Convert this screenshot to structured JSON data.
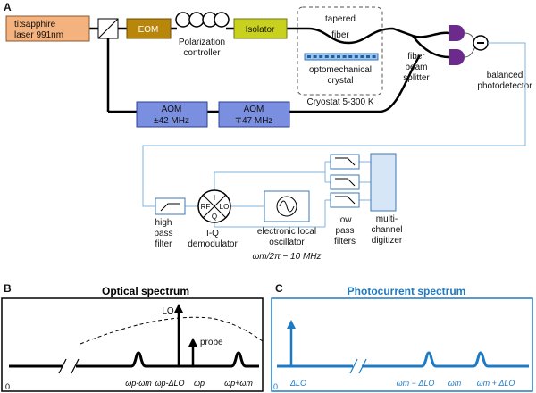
{
  "panels": {
    "a": "A",
    "b": "B",
    "c": "C"
  },
  "setup": {
    "laser": [
      "ti:sapphire",
      "laser 991nm"
    ],
    "eom": "EOM",
    "polarization": [
      "Polarization",
      "controller"
    ],
    "isolator": "Isolator",
    "tapered_fiber": [
      "tapered",
      "fiber"
    ],
    "crystal": [
      "optomechanical",
      "crystal"
    ],
    "cryostat": "Cryostat  5-300 K",
    "beam_splitter": [
      "fiber",
      "beam",
      "splitter"
    ],
    "detector": [
      "balanced",
      "photodetector"
    ],
    "aom1": [
      "AOM",
      "±42 MHz"
    ],
    "aom2": [
      "AOM",
      "∓47 MHz"
    ],
    "high_pass": [
      "high",
      "pass",
      "filter"
    ],
    "iq_ports": {
      "i": "I",
      "q": "Q",
      "rf": "RF",
      "lo": "LO"
    },
    "iq": [
      "I-Q",
      "demodulator"
    ],
    "local_osc": [
      "electronic local",
      "oscillator"
    ],
    "lo_freq": "ωm/2π − 10 MHz",
    "low_pass": [
      "low",
      "pass",
      "filters"
    ],
    "digitizer": [
      "multi-",
      "channel",
      "digitizer"
    ]
  },
  "optical": {
    "title": "Optical spectrum",
    "lo_label": "LO",
    "probe_label": "probe",
    "axis_zero": "0",
    "ticks": [
      "ωp-ωm",
      "ωp-ΔLO",
      "ωp",
      "ωp+ωm"
    ]
  },
  "photocurrent": {
    "title": "Photocurrent spectrum",
    "axis_zero": "0",
    "ticks": [
      "ΔLO",
      "ωm − ΔLO",
      "ωm",
      "ωm + ΔLO"
    ],
    "color": "#1f7ac4"
  }
}
